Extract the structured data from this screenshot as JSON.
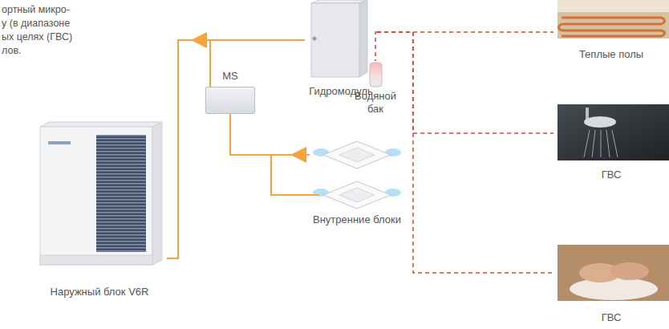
{
  "diagram": {
    "nodes": [
      {
        "text": [
          "Наружный блок V6R"
        ]
      },
      {
        "text": [
          "Гидромодуль"
        ]
      },
      {
        "text": [
          "MS"
        ]
      },
      {
        "text": [
          "Водяной бак"
        ]
      },
      {
        "text": [
          "Внутренние блоки"
        ]
      },
      {
        "text": [
          "Теплые полы"
        ]
      },
      {
        "text": [
          "ГВС"
        ]
      },
      {
        "text": [
          "ГВС"
        ]
      }
    ],
    "edges": [
      {
        "from": 1,
        "to": 0,
        "arrow": "to"
      },
      {
        "from": 2,
        "to": 0,
        "arrow": "none"
      },
      {
        "from": 4,
        "to": 2,
        "arrow": "to"
      },
      {
        "from": 1,
        "to": 5,
        "arrow": "none"
      },
      {
        "from": 1,
        "to": 3,
        "arrow": "none"
      },
      {
        "from": 1,
        "to": 6,
        "arrow": "none"
      },
      {
        "from": 1,
        "to": 7,
        "arrow": "none"
      }
    ],
    "labels": [
      "ортный микро-",
      "у (в диапазоне",
      "ых целях (ГВС)",
      "лов."
    ]
  }
}
